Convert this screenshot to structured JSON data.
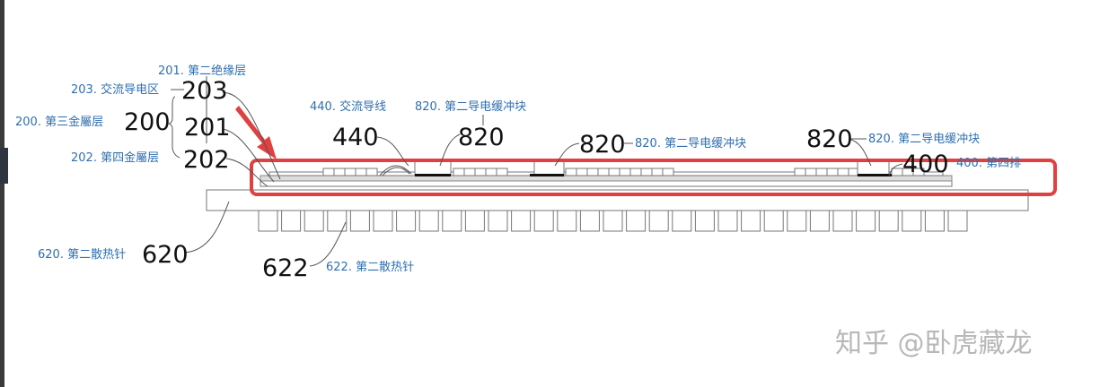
{
  "labels": {
    "l201": "201. 第二绝缘层",
    "l203": "203. 交流导电区",
    "l200": "200. 第三金屬层",
    "l202": "202. 第四金屬层",
    "l440": "440. 交流导线",
    "l820a": "820. 第二导电缓冲块",
    "l820b": "820. 第二导电缓冲块",
    "l820c": "820. 第二导电缓冲块",
    "l400": "400. 第四排",
    "l620": "620. 第二散热针",
    "l622": "622. 第二散热针"
  },
  "numbers": {
    "n203": "203",
    "n200": "200",
    "n201": "201",
    "n202": "202",
    "n440": "440",
    "n820a": "820",
    "n820b": "820",
    "n820c": "820",
    "n400": "400",
    "n620": "620",
    "n622": "622"
  },
  "watermark": "知乎 @卧虎藏龙",
  "colors": {
    "highlight": "#e04040",
    "label": "#2f6fb0"
  }
}
